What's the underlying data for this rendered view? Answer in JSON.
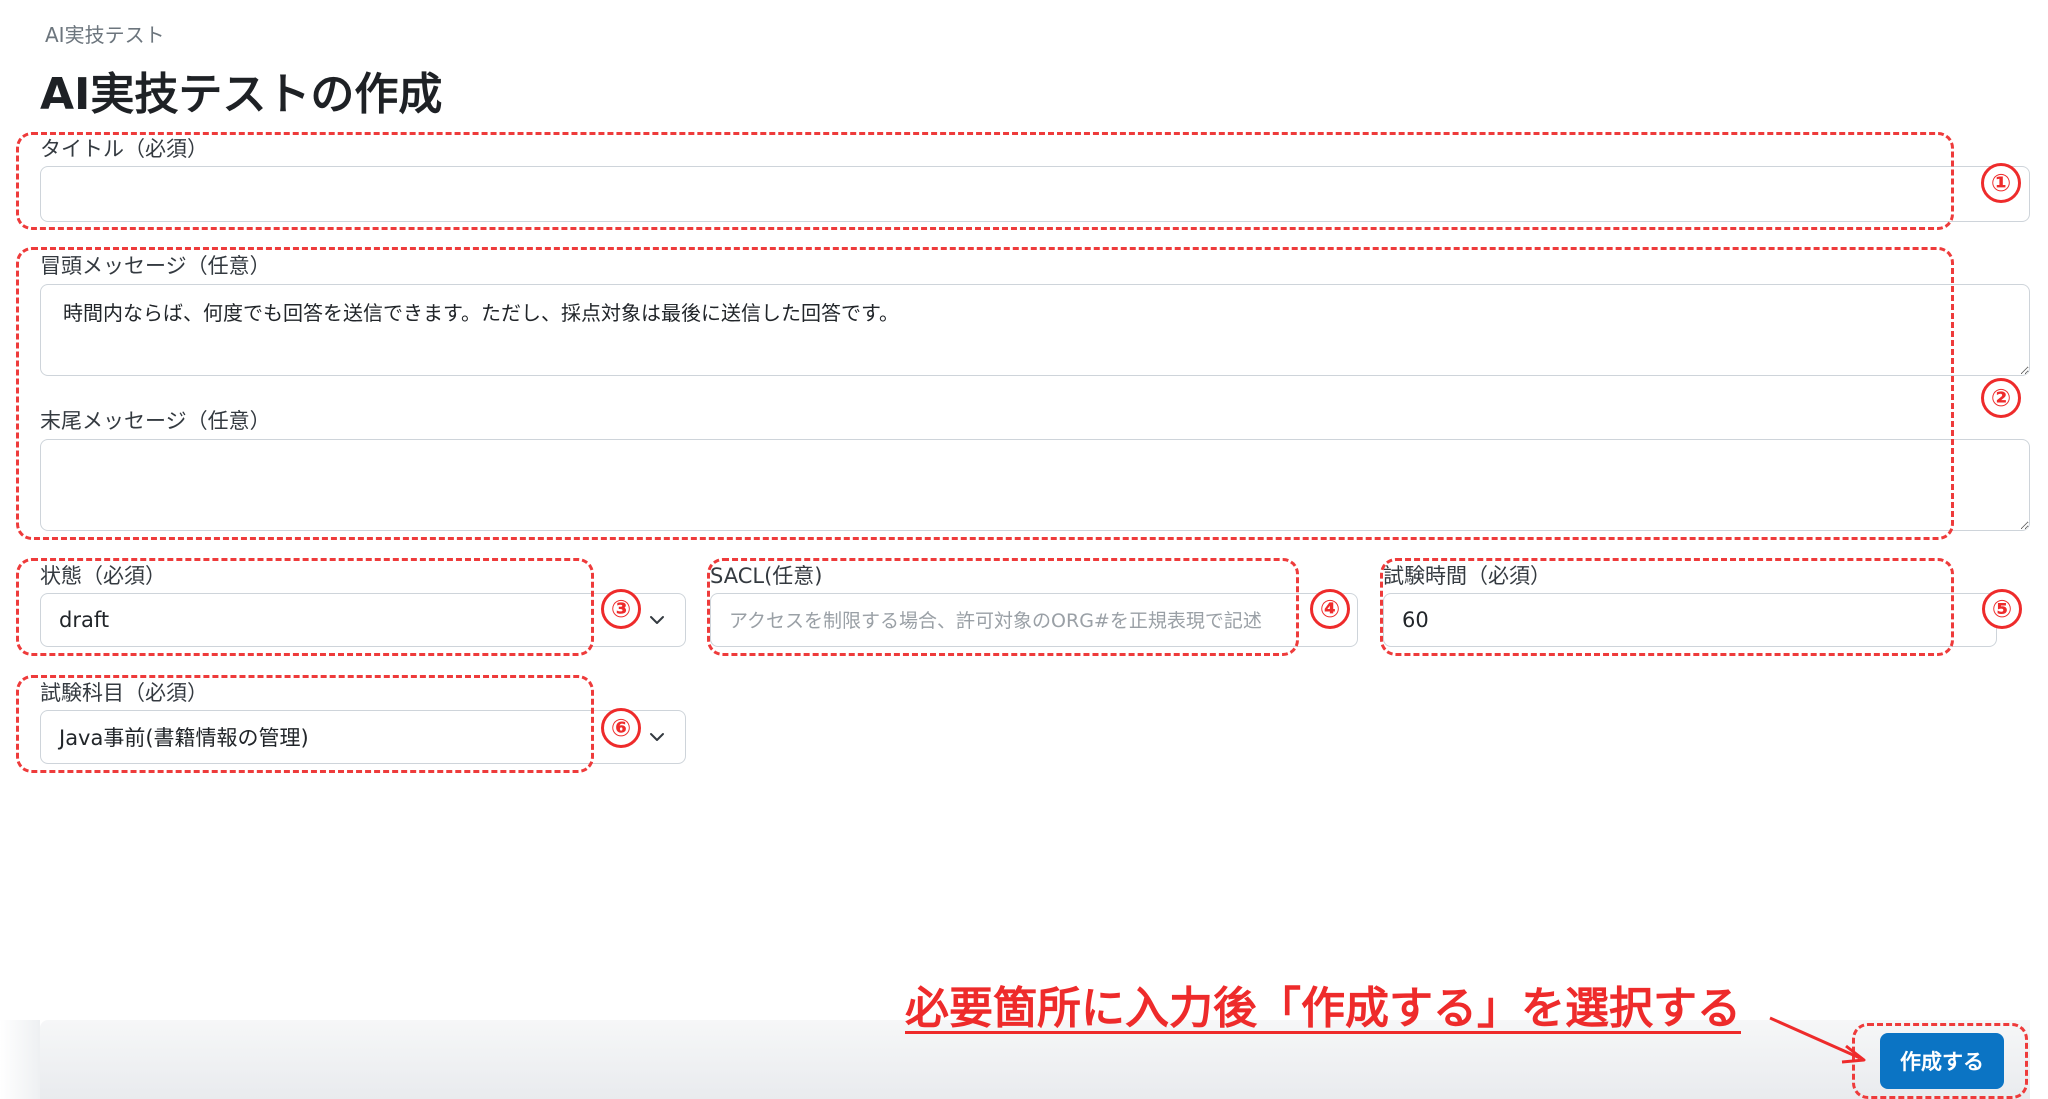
{
  "breadcrumb": "AI実技テスト",
  "page_title": "AI実技テストの作成",
  "form": {
    "title": {
      "label": "タイトル（必須）",
      "value": ""
    },
    "opening_message": {
      "label": "冒頭メッセージ（任意）",
      "value": "時間内ならば、何度でも回答を送信できます。ただし、採点対象は最後に送信した回答です。"
    },
    "closing_message": {
      "label": "末尾メッセージ（任意）",
      "value": ""
    },
    "status": {
      "label": "状態（必須）",
      "value": "draft"
    },
    "sacl": {
      "label": "SACL(任意)",
      "placeholder": "アクセスを制限する場合、許可対象のORG#を正規表現で記述"
    },
    "exam_time": {
      "label": "試験時間（必須）",
      "value": "60"
    },
    "subject": {
      "label": "試験科目（必須）",
      "value": "Java事前(書籍情報の管理)"
    }
  },
  "annotations": {
    "numbers": [
      "①",
      "②",
      "③",
      "④",
      "⑤",
      "⑥"
    ],
    "instruction": "必要箇所に入力後「作成する」を選択する",
    "color": "#ee2b2b"
  },
  "footer": {
    "create_label": "作成する",
    "create_color": "#0b74c4"
  }
}
